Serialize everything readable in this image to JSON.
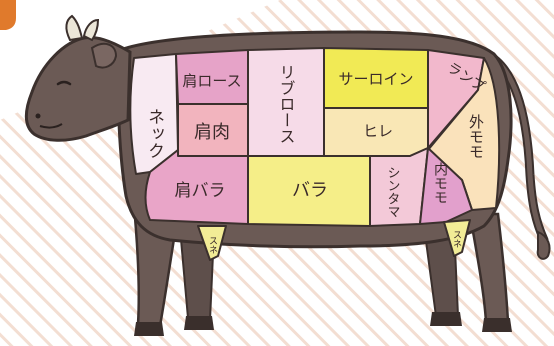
{
  "colors": {
    "background": "#ffffff",
    "stripes": "#f3ded2",
    "corner_tag": "#e07a2c",
    "body": "#6b5a55",
    "outline": "#3b302d",
    "hoof": "#3a2f2c",
    "horn": "#ebe6d8"
  },
  "cuts": [
    {
      "id": "neck",
      "label": "ネック",
      "color": "#f8eaf2"
    },
    {
      "id": "kata-rosu",
      "label": "肩ロース",
      "color": "#e6a3c8"
    },
    {
      "id": "ribu-rosu",
      "label": "リブロース",
      "color": "#f6dbe8"
    },
    {
      "id": "sarloin",
      "label": "サーロイン",
      "color": "#f1ea55"
    },
    {
      "id": "rampu",
      "label": "ランプ",
      "color": "#f2b8cc"
    },
    {
      "id": "soto-momo",
      "label": "外モモ",
      "color": "#fae2bb"
    },
    {
      "id": "kata-niku",
      "label": "肩肉",
      "color": "#f2b4be"
    },
    {
      "id": "hire",
      "label": "ヒレ",
      "color": "#f9e7b5"
    },
    {
      "id": "kata-bara",
      "label": "肩バラ",
      "color": "#e9a5c8"
    },
    {
      "id": "bara",
      "label": "バラ",
      "color": "#f5ee88"
    },
    {
      "id": "shintama",
      "label": "シンタマ",
      "color": "#f3c9d8"
    },
    {
      "id": "uchi-momo",
      "label": "内モモ",
      "color": "#e2a0cc"
    },
    {
      "id": "sune-front",
      "label": "スネ",
      "color": "#f2ec96"
    },
    {
      "id": "sune-back",
      "label": "スネ",
      "color": "#f2ec96"
    }
  ]
}
